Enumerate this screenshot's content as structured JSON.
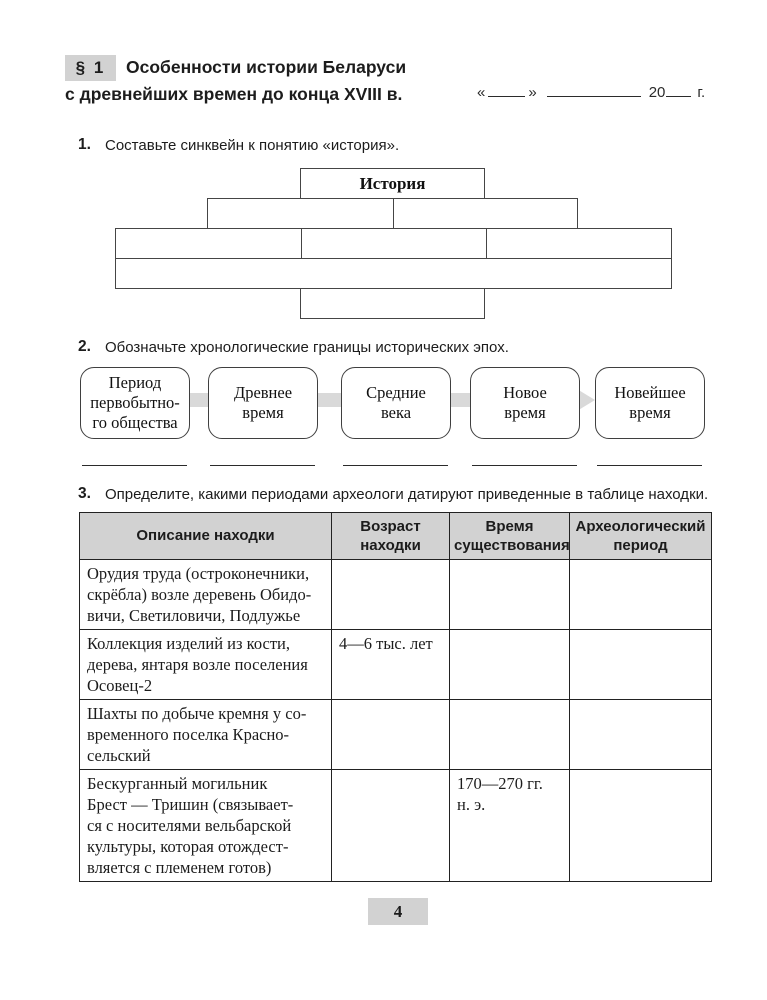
{
  "header": {
    "badge": "§ 1",
    "title_line1": "Особенности истории Беларуси",
    "title_line2": "с древнейших времен до конца XVIII в.",
    "date_open_quote": "«",
    "date_close_quote": "»",
    "date_year_prefix": "20",
    "date_suffix": "г."
  },
  "task1": {
    "number": "1.",
    "instruction": "Составьте синквейн к понятию «история».",
    "top_label": "История"
  },
  "task2": {
    "number": "2.",
    "instruction": "Обозначьте хронологические границы исторических эпох.",
    "epochs": [
      {
        "label": "Период\nпервобытно-\nго общества"
      },
      {
        "label": "Древнее\nвремя"
      },
      {
        "label": "Средние\nвека"
      },
      {
        "label": "Новое\nвремя"
      },
      {
        "label": "Новейшее\nвремя"
      }
    ]
  },
  "task3": {
    "number": "3.",
    "instruction": "Определите, какими периодами археологи датируют приведенные в таблице находки.",
    "table": {
      "headers": [
        "Описание находки",
        "Возраст\nнаходки",
        "Время\nсуществования",
        "Археологический\nпериод"
      ],
      "rows": [
        {
          "description": "Орудия труда (остроконечники,\nскрёбла) возле деревень Обидо-\nвичи, Светиловичи, Подлужье",
          "age": "",
          "time": "",
          "period": ""
        },
        {
          "description": "Коллекция изделий из кости,\nдерева, янтаря возле поселения\nОсовец-2",
          "age": "4—6 тыс. лет",
          "time": "",
          "period": ""
        },
        {
          "description": "Шахты по добыче кремня у со-\nвременного поселка Красно-\nсельский",
          "age": "",
          "time": "",
          "period": ""
        },
        {
          "description": "Бескурганный могильник\nБрест — Тришин (связывает-\nся с носителями вельбарской\nкультуры, которая отождест-\nвляется с племенем готов)",
          "age": "",
          "time": "170—270 гг.\nн. э.",
          "period": ""
        }
      ]
    }
  },
  "footer": {
    "page_number": "4"
  },
  "colors": {
    "badge_bg": "#d2d2d2",
    "table_header_bg": "#d2d2d2",
    "flow_band": "#d9d9d9",
    "box_border": "#454545",
    "table_border": "#222222",
    "text": "#1c1c1c"
  }
}
